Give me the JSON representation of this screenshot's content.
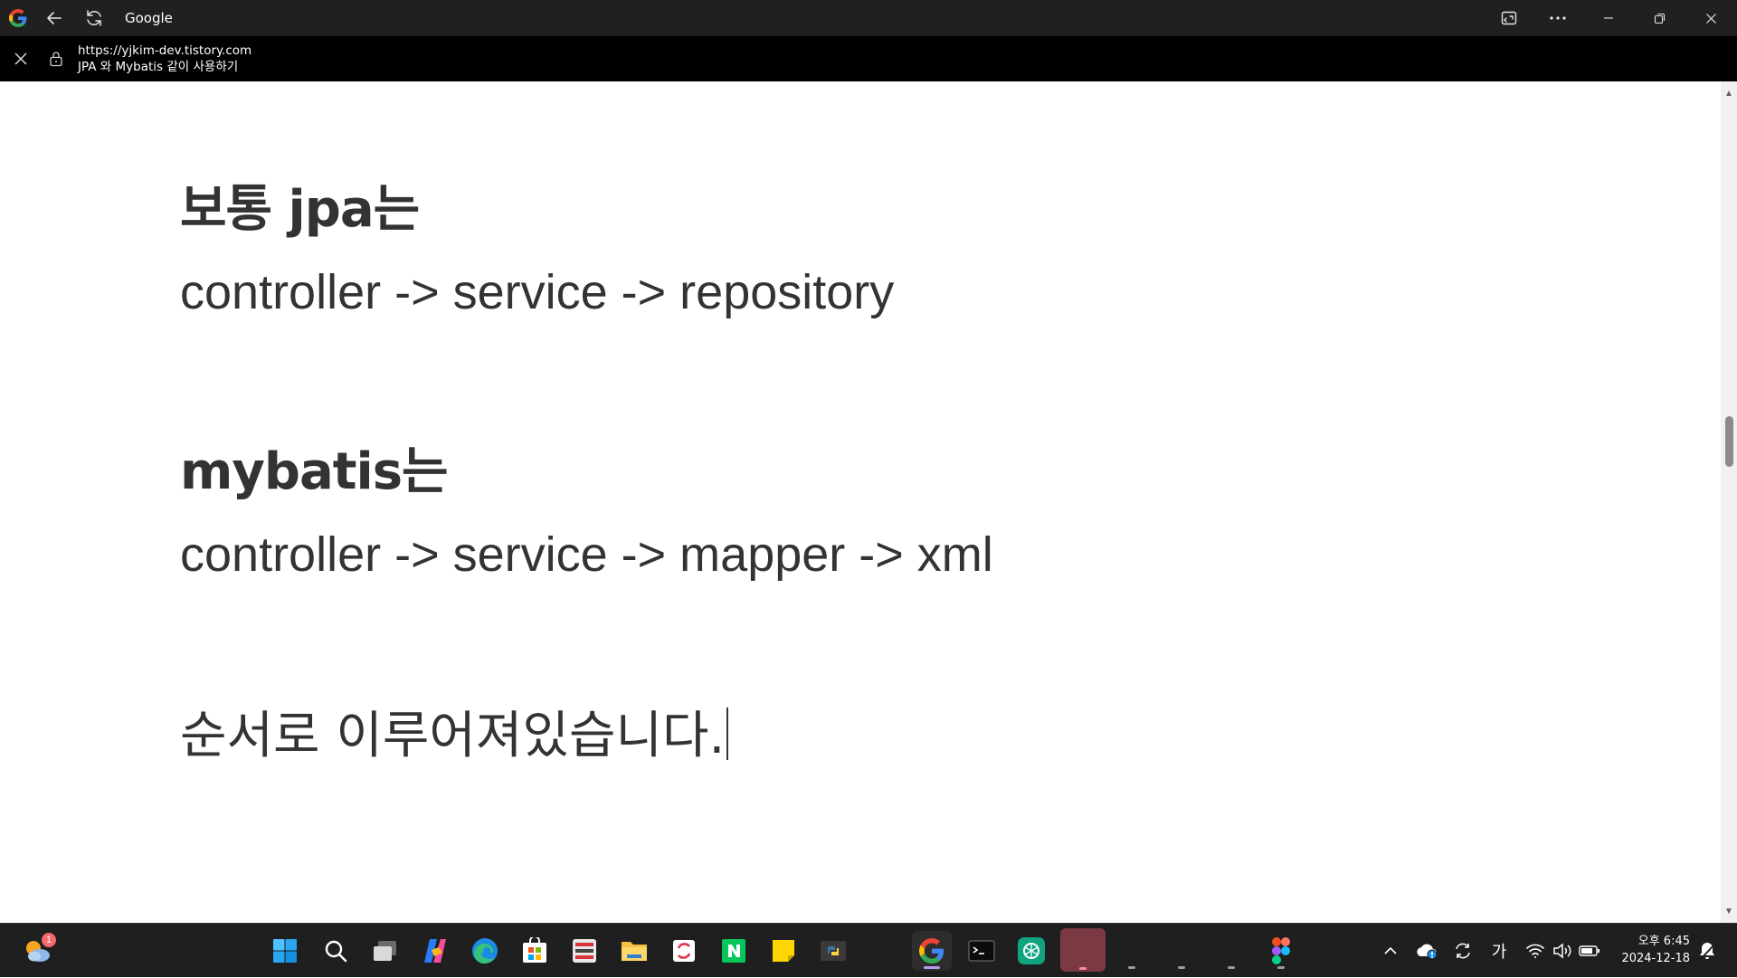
{
  "titlebar": {
    "title": "Google"
  },
  "addressbar": {
    "url": "https://yjkim-dev.tistory.com",
    "page_title": "JPA 와 Mybatis 같이 사용하기"
  },
  "content": {
    "heading1": "보통 jpa는",
    "flow1": "controller -> service -> repository",
    "heading2": "mybatis는",
    "flow2": "controller -> service -> mapper -> xml",
    "sentence": "순서로 이루어져있습니다."
  },
  "taskbar": {
    "weather_badge": "1",
    "ime_label": "가",
    "time": "오후 6:45",
    "date": "2024-12-18"
  },
  "colors": {
    "titlebar_bg": "#202020",
    "addressbar_bg": "#000000",
    "text": "#333333",
    "taskbar_bg": "#1f1f1f"
  }
}
